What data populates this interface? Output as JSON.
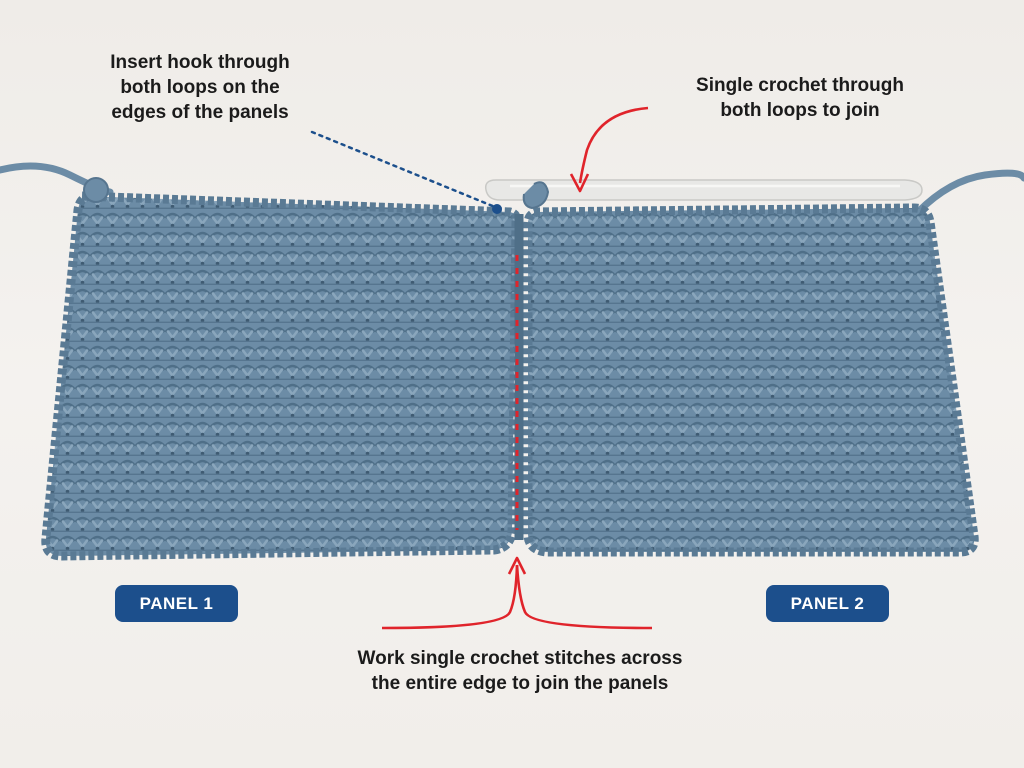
{
  "annotations": {
    "insert_hook": [
      "Insert hook through",
      "both loops on the",
      "edges of the panels"
    ],
    "single_crochet": [
      "Single crochet through",
      "both loops to join"
    ],
    "work_stitches": [
      "Work single crochet stitches across",
      "the entire edge to join the panels"
    ]
  },
  "panels": {
    "panel_1_label": "PANEL 1",
    "panel_2_label": "PANEL 2"
  },
  "colors": {
    "yarn": "#6c8ca6",
    "badge": "#1c4f8c",
    "arrow": "#e0242b",
    "dotted_line": "#1c4f8c",
    "hook": "#e8e8e6"
  }
}
